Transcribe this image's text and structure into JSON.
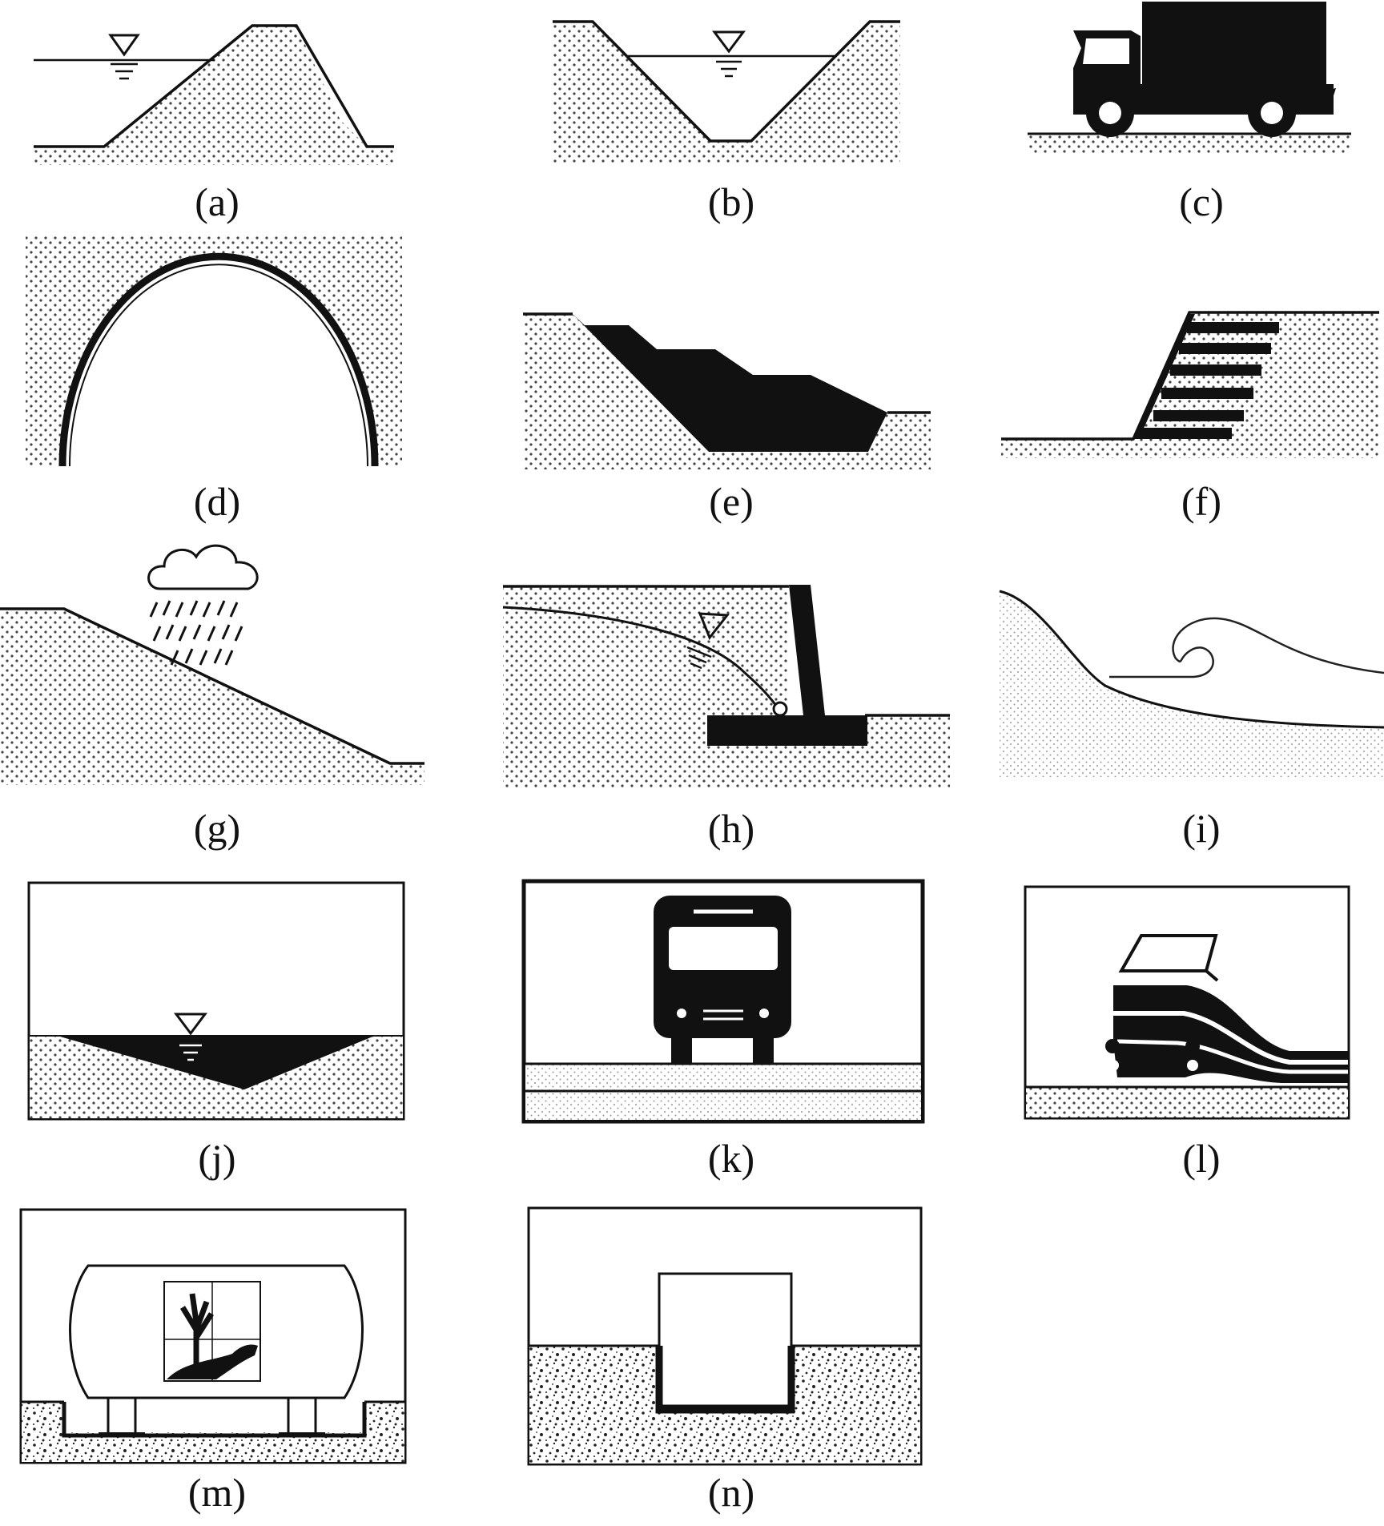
{
  "figure": {
    "panels": [
      {
        "id": "a",
        "label": "(a)",
        "depicts": "embankment with water level on one side"
      },
      {
        "id": "b",
        "label": "(b)",
        "depicts": "excavated channel with water level"
      },
      {
        "id": "c",
        "label": "(c)",
        "depicts": "truck on ground surface"
      },
      {
        "id": "d",
        "label": "(d)",
        "depicts": "circular tunnel lining in soil"
      },
      {
        "id": "e",
        "label": "(e)",
        "depicts": "stepped slope excavation"
      },
      {
        "id": "f",
        "label": "(f)",
        "depicts": "reinforced soil wall with layered reinforcement"
      },
      {
        "id": "g",
        "label": "(g)",
        "depicts": "slope under rainfall"
      },
      {
        "id": "h",
        "label": "(h)",
        "depicts": "retaining wall with seepage line"
      },
      {
        "id": "i",
        "label": "(i)",
        "depicts": "coastal slope with breaking wave"
      },
      {
        "id": "j",
        "label": "(j)",
        "depicts": "reservoir basin with water"
      },
      {
        "id": "k",
        "label": "(k)",
        "depicts": "bus on road pavement"
      },
      {
        "id": "l",
        "label": "(l)",
        "depicts": "high-speed train on track"
      },
      {
        "id": "m",
        "label": "(m)",
        "depicts": "storage tank with environmental hazard symbol"
      },
      {
        "id": "n",
        "label": "(n)",
        "depicts": "box structure embedded in soil"
      }
    ]
  },
  "colors": {
    "ink": "#111111",
    "soil_dot": "#555555",
    "background": "#ffffff"
  }
}
